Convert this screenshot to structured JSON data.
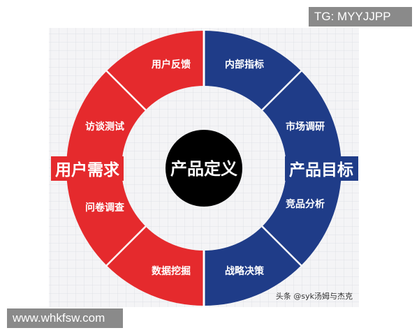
{
  "center_label": "产品定义",
  "left": {
    "label": "用户需求",
    "color": "#e52a2d",
    "segments": [
      "用户反馈",
      "访谈测试",
      "问卷调查",
      "数据挖掘"
    ]
  },
  "right": {
    "label": "产品目标",
    "color": "#1f3c88",
    "segments": [
      "内部指标",
      "市场调研",
      "竞品分析",
      "战略决策"
    ]
  },
  "credit": "头条 @syk汤姆与杰克",
  "watermarks": {
    "top": "TG: MYYJJPP",
    "bottom": "www.whkfsw.com"
  }
}
